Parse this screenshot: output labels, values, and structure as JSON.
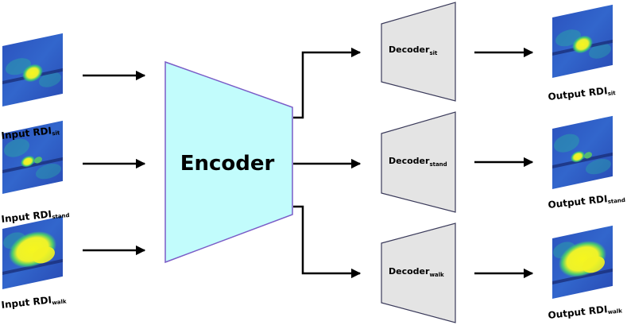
{
  "encoder": {
    "label": "Encoder",
    "fill": "#c2fcfc",
    "stroke": "#7a5cc7"
  },
  "decoders": [
    {
      "label": "Decoder",
      "sub": "sit"
    },
    {
      "label": "Decoder",
      "sub": "stand"
    },
    {
      "label": "Decoder",
      "sub": "walk"
    }
  ],
  "decoder_style": {
    "fill": "#e4e4e4",
    "stroke": "#3a3a5a"
  },
  "inputs": [
    {
      "label": "Input RDI",
      "sub": "sit"
    },
    {
      "label": "Input RDI",
      "sub": "stand"
    },
    {
      "label": "Input RDI",
      "sub": "walk"
    }
  ],
  "outputs": [
    {
      "label": "Output RDI",
      "sub": "sit"
    },
    {
      "label": "Output RDI",
      "sub": "stand"
    },
    {
      "label": "Output RDI",
      "sub": "walk"
    }
  ],
  "heatmap_colors": {
    "background": "#2f5fc8",
    "mid": "#1fa89a",
    "hot": "#f2f224",
    "band": "#1a2f7a"
  }
}
